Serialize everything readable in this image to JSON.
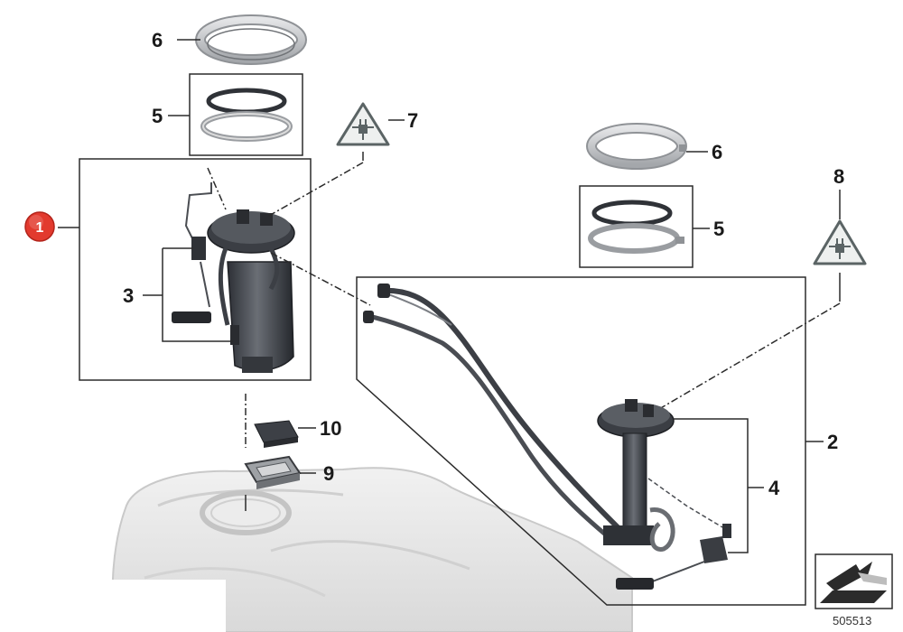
{
  "diagram": {
    "doc_number": "505513",
    "highlight_badge": {
      "label": "1",
      "color": "#e23a2e"
    },
    "callouts": {
      "c6a": "6",
      "c5a": "5",
      "c7": "7",
      "c3": "3",
      "c6b": "6",
      "c5b": "5",
      "c8": "8",
      "c2": "2",
      "c4": "4",
      "c10": "10",
      "c9": "9"
    },
    "colors": {
      "line": "#2b2b2b",
      "part_dark": "#3c3f45",
      "part_mid": "#8d9096",
      "part_light": "#d7d8da",
      "tank": "#e6e6e6",
      "warning_fill": "#f0f0f0",
      "warning_stroke": "#555d5e"
    },
    "icons": [
      "warning-triangle-icon",
      "connector-plug-icon",
      "installation-orientation-icon"
    ]
  }
}
